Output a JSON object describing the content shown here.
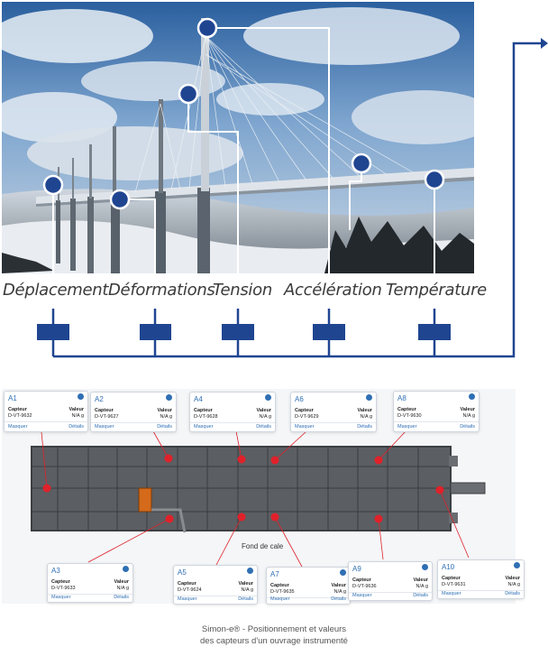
{
  "sensor_labels": [
    "Déplacement",
    "Déformations",
    "Tension",
    "Accélération",
    "Température"
  ],
  "cards": [
    {
      "id": "A1",
      "k1": "Capteur",
      "v1": "D-VT-9632",
      "k2": "Valeur",
      "v2": "N/A g",
      "a1": "Masquer",
      "a2": "Détails"
    },
    {
      "id": "A2",
      "k1": "Capteur",
      "v1": "D-VT-9627",
      "k2": "Valeur",
      "v2": "N/A g",
      "a1": "Masquer",
      "a2": "Détails"
    },
    {
      "id": "A4",
      "k1": "Capteur",
      "v1": "D-VT-9628",
      "k2": "Valeur",
      "v2": "N/A g",
      "a1": "Masquer",
      "a2": "Détails"
    },
    {
      "id": "A6",
      "k1": "Capteur",
      "v1": "D-VT-9629",
      "k2": "Valeur",
      "v2": "N/A g",
      "a1": "Masquer",
      "a2": "Détails"
    },
    {
      "id": "A8",
      "k1": "Capteur",
      "v1": "D-VT-9630",
      "k2": "Valeur",
      "v2": "N/A g",
      "a1": "Masquer",
      "a2": "Détails"
    },
    {
      "id": "A3",
      "k1": "Capteur",
      "v1": "D-VT-9633",
      "k2": "Valeur",
      "v2": "N/A g",
      "a1": "Masquer",
      "a2": "Détails"
    },
    {
      "id": "A5",
      "k1": "Capteur",
      "v1": "D-VT-9624",
      "k2": "Valeur",
      "v2": "N/A g",
      "a1": "Masquer",
      "a2": "Détails"
    },
    {
      "id": "A7",
      "k1": "Capteur",
      "v1": "D-VT-9635",
      "k2": "Valeur",
      "v2": "N/A g",
      "a1": "Masquer",
      "a2": "Détails"
    },
    {
      "id": "A9",
      "k1": "Capteur",
      "v1": "D-VT-9636",
      "k2": "Valeur",
      "v2": "N/A g",
      "a1": "Masquer",
      "a2": "Détails"
    },
    {
      "id": "A10",
      "k1": "Capteur",
      "v1": "D-VT-9631",
      "k2": "Valeur",
      "v2": "N/A g",
      "a1": "Masquer",
      "a2": "Détails"
    }
  ],
  "hull_label": "Fond de cale",
  "caption": {
    "line1": "Simon-e® - Positionnement et valeurs",
    "line2": "des capteurs d'un ouvrage instrumenté"
  },
  "colors": {
    "node_blue": "#1f4591",
    "line_white": "#ffffff",
    "sensor_red": "#e0212a",
    "link_blue": "#2f6fb4"
  }
}
